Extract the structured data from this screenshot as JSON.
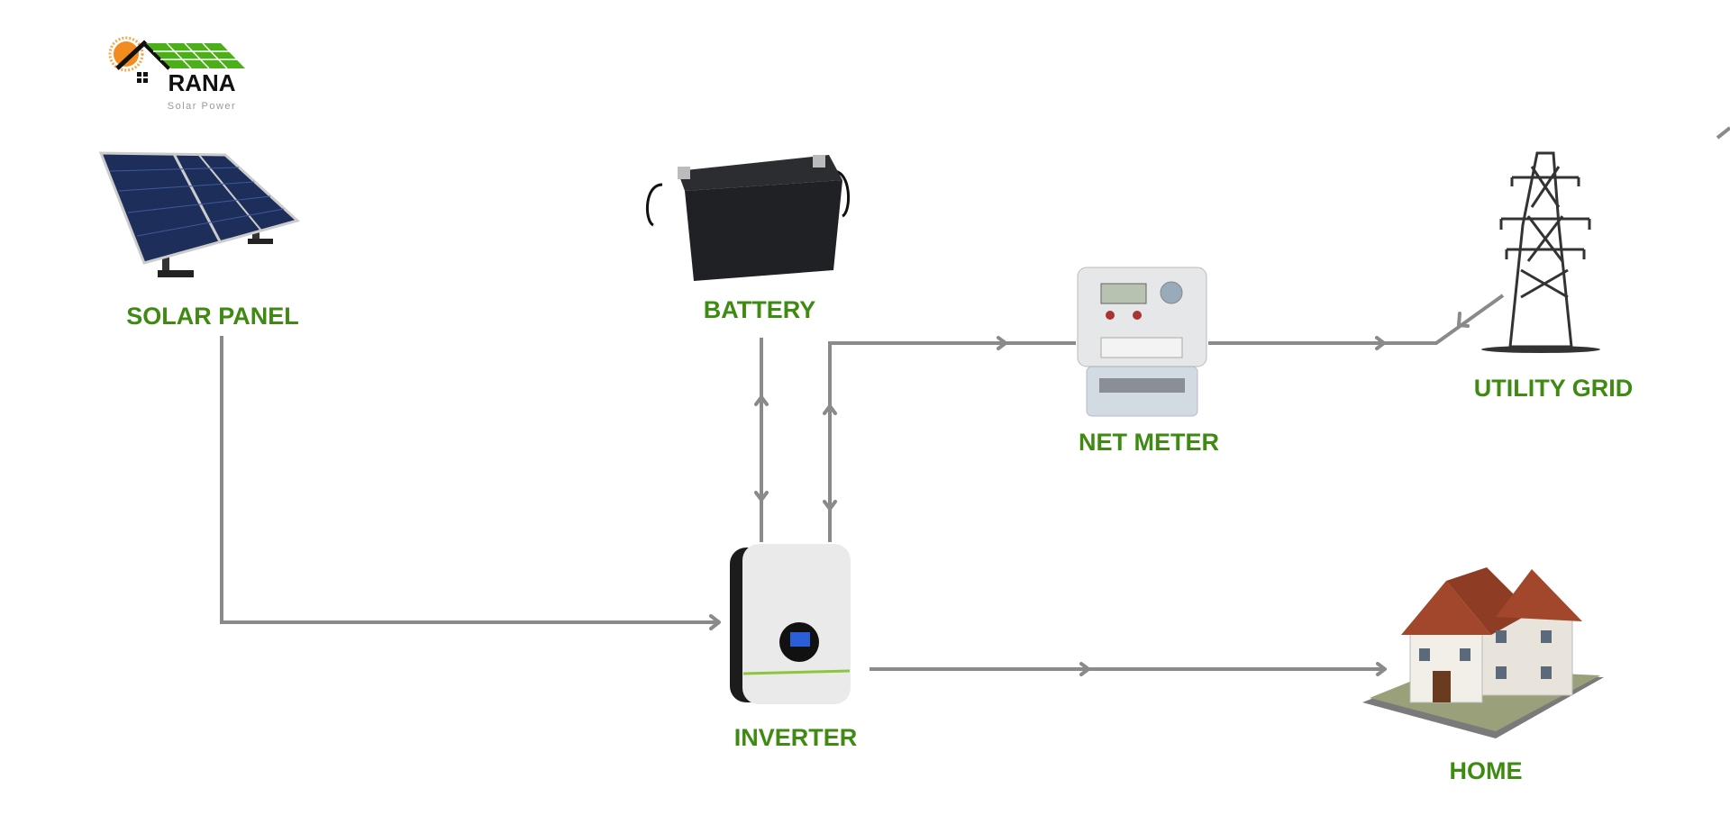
{
  "logo": {
    "brand": "RANA",
    "tagline": "Solar Power"
  },
  "nodes": {
    "solar_panel": "SOLAR PANEL",
    "battery": "BATTERY",
    "net_meter": "NET METER",
    "utility_grid": "UTILITY GRID",
    "inverter": "INVERTER",
    "home": "HOME"
  },
  "colors": {
    "label": "#3f8a12",
    "wire": "#8a8a8a",
    "logo_green": "#4caf1a",
    "logo_sun": "#f28c1e"
  },
  "icons": [
    "solar-panel-icon",
    "battery-icon",
    "net-meter-icon",
    "transmission-tower-icon",
    "inverter-icon",
    "house-icon"
  ]
}
